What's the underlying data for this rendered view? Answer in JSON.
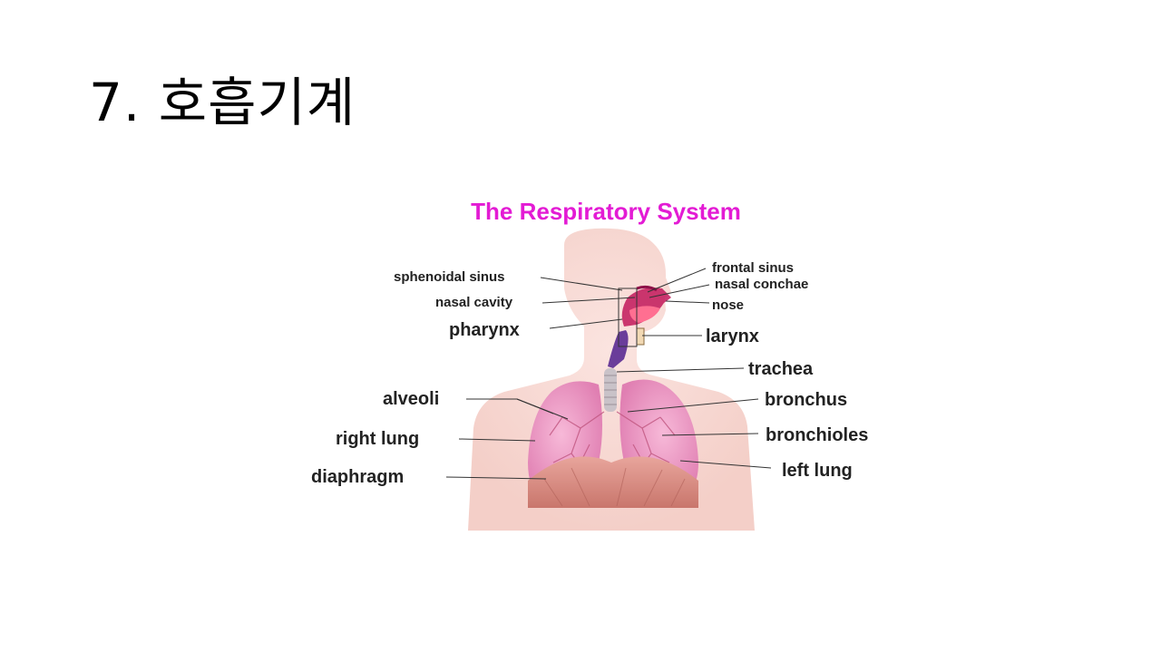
{
  "slide": {
    "title": "7. 호흡기계"
  },
  "figure": {
    "title": "The Respiratory System",
    "title_color": "#e31bd4",
    "labels": {
      "sphenoidal_sinus": "sphenoidal sinus",
      "nasal_cavity": "nasal cavity",
      "pharynx": "pharynx",
      "alveoli": "alveoli",
      "right_lung": "right lung",
      "diaphragm": "diaphragm",
      "frontal_sinus": "frontal sinus",
      "nasal_conchae": "nasal conchae",
      "nose": "nose",
      "larynx": "larynx",
      "trachea": "trachea",
      "bronchus": "bronchus",
      "bronchioles": "bronchioles",
      "left_lung": "left lung"
    }
  }
}
